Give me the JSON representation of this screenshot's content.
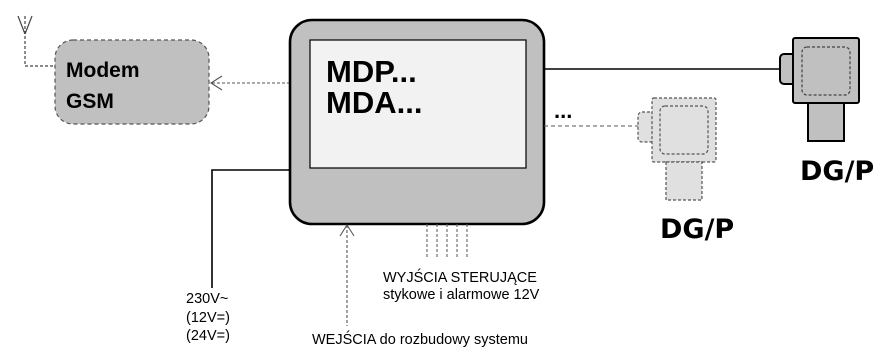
{
  "modem": {
    "line1": "Modem",
    "line2": "GSM"
  },
  "controller": {
    "model1": "MDP...",
    "model2": "MDA..."
  },
  "ellipsis": "...",
  "detectors": {
    "primary_label": "DG/P",
    "secondary_label": "DG/P"
  },
  "outputs": {
    "line1": "WYJŚCIA STERUJĄCE",
    "line2": "stykowe i alarmowe 12V"
  },
  "power": {
    "line1": "230V~",
    "line2": "(12V=)",
    "line3": "(24V=)"
  },
  "inputs": {
    "label": "WEJŚCIA do rozbudowy systemu"
  },
  "colors": {
    "fill": "#c0c0c0",
    "screen": "#f2f2f2",
    "stroke": "#000000",
    "dashed_stroke": "#555555"
  }
}
